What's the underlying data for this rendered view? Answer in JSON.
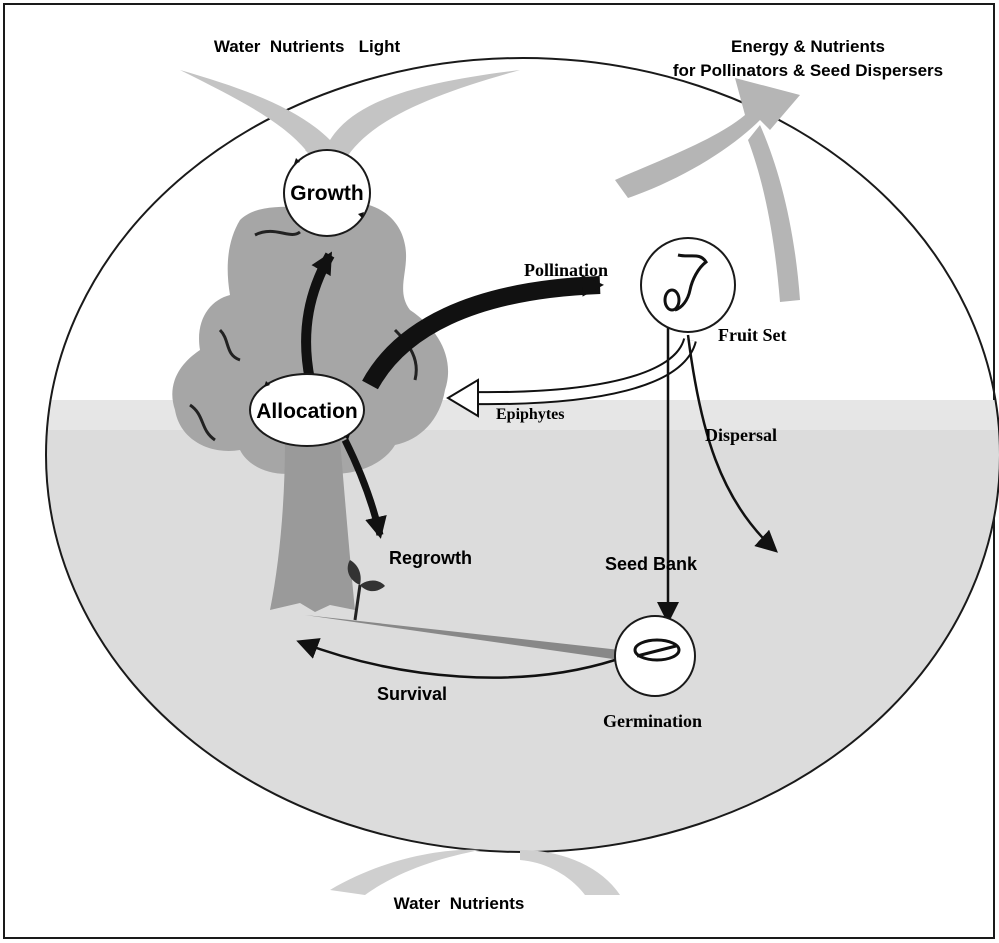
{
  "labels": {
    "top_inputs": "Water  Nutrients   Light",
    "output_line1": "Energy & Nutrients",
    "output_line2": "for Pollinators & Seed Dispersers",
    "growth": "Growth",
    "allocation": "Allocation",
    "pollination": "Pollination",
    "fruit_set": "Fruit Set",
    "epiphytes": "Epiphytes",
    "dispersal": "Dispersal",
    "regrowth": "Regrowth",
    "seed_bank": "Seed Bank",
    "survival": "Survival",
    "germination": "Germination",
    "bottom_inputs": "Water  Nutrients"
  },
  "colors": {
    "border": "#1a1a1a",
    "ground": "#d9d9d9",
    "canopy": "#a6a6a6",
    "trunk": "#9a9a9a",
    "input_arrow": "#c4c4c4",
    "output_arrow": "#b5b5b5",
    "flow_arrow": "#111111"
  }
}
